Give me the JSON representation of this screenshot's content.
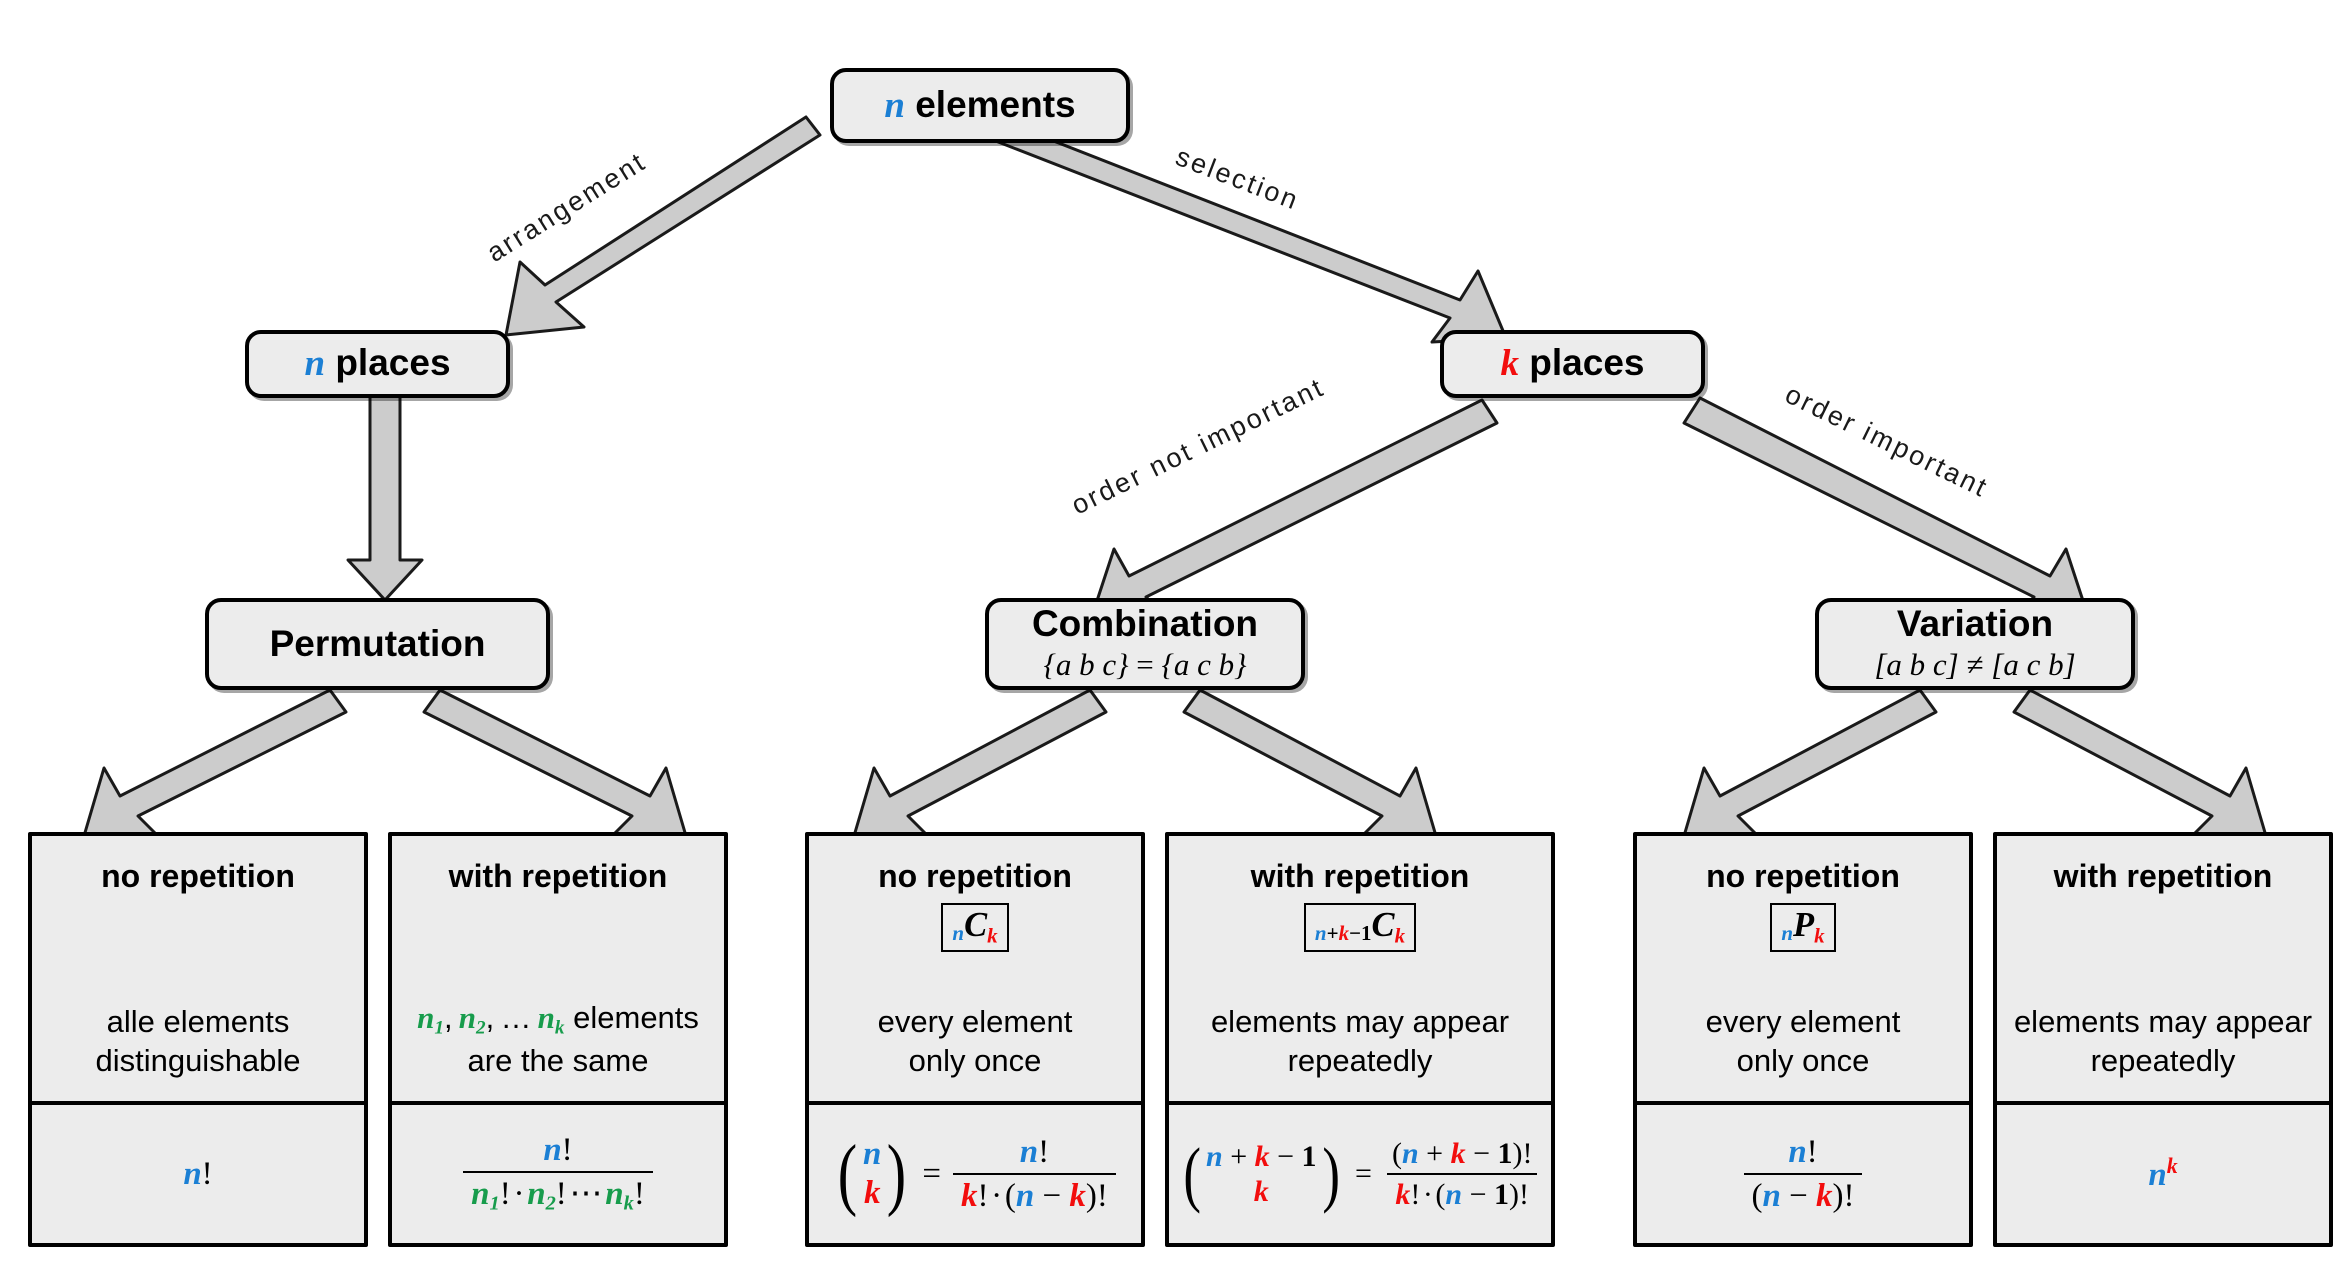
{
  "diagram": {
    "title": "Combinatorics decision tree",
    "colors": {
      "n_color": "#1b7fd4",
      "k_color": "#f20d0d",
      "n_sub_color": "#179c4c",
      "node_fill": "#ececec",
      "node_border": "#000000",
      "arrow_fill": "#cccccc",
      "background": "#ffffff"
    }
  },
  "nodes": {
    "root": {
      "title_math": "n",
      "title_text": "elements"
    },
    "n_places": {
      "title_math": "n",
      "title_text": "places"
    },
    "k_places": {
      "title_math": "k",
      "title_text": "places"
    },
    "permutation": {
      "title": "Permutation",
      "subtitle": ""
    },
    "combination": {
      "title": "Combination",
      "subtitle": "{a b c} = {a c b}"
    },
    "variation": {
      "title": "Variation",
      "subtitle": "[a b c] ≠ [a c b]"
    }
  },
  "edges": {
    "arrangement": "arrangement",
    "selection": "selection",
    "straight_down": "",
    "order_not_important": "order not important",
    "order_important": "order important"
  },
  "cards": [
    {
      "id": "permutation-no-repetition",
      "head": "no repetition",
      "symbol": "",
      "desc_line1": "alle elements",
      "desc_line2": "distinguishable",
      "formula_plain": "n!"
    },
    {
      "id": "permutation-with-repetition",
      "head": "with repetition",
      "symbol": "",
      "desc_line1": "n₁, n₂, … nₖ elements",
      "desc_line2": "are the same",
      "formula_plain": "n! / (n₁! · n₂! ⋯ nₖ!)"
    },
    {
      "id": "combination-no-repetition",
      "head": "no repetition",
      "symbol": "nCk",
      "desc_line1": "every element",
      "desc_line2": "only once",
      "formula_plain": "(n k) = n! / (k! · (n − k)!)"
    },
    {
      "id": "combination-with-repetition",
      "head": "with repetition",
      "symbol": "n+k−1Ck",
      "desc_line1": "elements may appear",
      "desc_line2": "repeatedly",
      "formula_plain": "(n + k − 1 over k) = (n + k − 1)! / (k! · (n − 1)!)"
    },
    {
      "id": "variation-no-repetition",
      "head": "no repetition",
      "symbol": "nPk",
      "desc_line1": "every element",
      "desc_line2": "only once",
      "formula_plain": "n! / (n − k)!"
    },
    {
      "id": "variation-with-repetition",
      "head": "with repetition",
      "symbol": "",
      "desc_line1": "elements may appear",
      "desc_line2": "repeatedly",
      "formula_plain": "n^k"
    }
  ]
}
